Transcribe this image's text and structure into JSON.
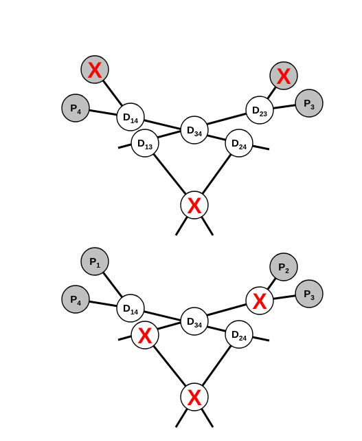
{
  "colors": {
    "x_mark": "#ff0000",
    "pattern_node_fill": "#c0c0c0",
    "diode_node_fill": "#ffffff",
    "edge": "#000000"
  },
  "x_mark_label": "X",
  "diagrams": [
    {
      "id": "top",
      "nodes": {
        "p4": {
          "main": "P",
          "sub": "4"
        },
        "p3": {
          "main": "P",
          "sub": "3"
        },
        "d14": {
          "main": "D",
          "sub": "14"
        },
        "d13": {
          "main": "D",
          "sub": "13"
        },
        "d34": {
          "main": "D",
          "sub": "34"
        },
        "d23": {
          "main": "D",
          "sub": "23"
        },
        "d24": {
          "main": "D",
          "sub": "24"
        }
      }
    },
    {
      "id": "bottom",
      "nodes": {
        "p1": {
          "main": "P",
          "sub": "1"
        },
        "p4": {
          "main": "P",
          "sub": "4"
        },
        "p2": {
          "main": "P",
          "sub": "2"
        },
        "p3": {
          "main": "P",
          "sub": "3"
        },
        "d14": {
          "main": "D",
          "sub": "14"
        },
        "d34": {
          "main": "D",
          "sub": "34"
        },
        "d24": {
          "main": "D",
          "sub": "24"
        }
      }
    }
  ]
}
